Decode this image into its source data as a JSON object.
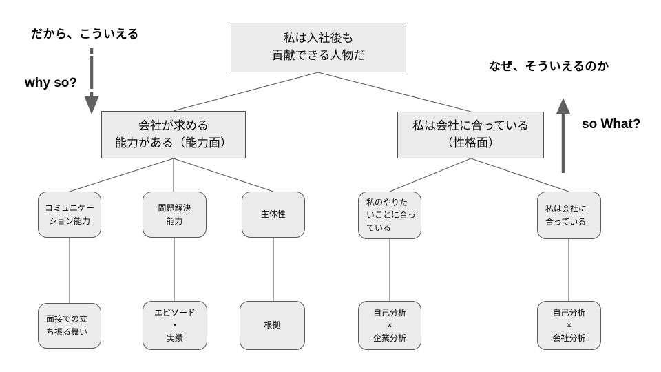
{
  "annotations": {
    "conclusion_label": "だから、こういえる",
    "why_so": "why so?",
    "reason_label": "なぜ、そういえるのか",
    "so_what": "so What?"
  },
  "tree": {
    "root": "私は入社後も\n貢献できる人物だ",
    "level2": [
      {
        "label": "会社が求める\n能力がある（能力面）"
      },
      {
        "label": "私は会社に合っている\n（性格面）"
      }
    ],
    "level3": [
      {
        "label": "コミュニケー\nション能力"
      },
      {
        "label": "問題解決\n能力"
      },
      {
        "label": "主体性"
      },
      {
        "label": "私のやりた\nいことに合っ\nている"
      },
      {
        "label": "私は会社に\n合っている"
      }
    ],
    "level4": [
      {
        "label": "面接での立\nち振る舞い"
      },
      {
        "label": "エピソード\n・\n実績"
      },
      {
        "label": "根拠"
      },
      {
        "label": "自己分析\n×\n企業分析"
      },
      {
        "label": "自己分析\n×\n会社分析"
      }
    ]
  },
  "icons": {
    "down_arrow": "down-arrow-icon",
    "up_arrow": "up-arrow-icon"
  },
  "colors": {
    "node_fill": "#ececec",
    "node_border": "#4d4d4d",
    "rounded_border": "#595959",
    "connector": "#595959",
    "arrow": "#595959",
    "background": "#ffffff"
  }
}
